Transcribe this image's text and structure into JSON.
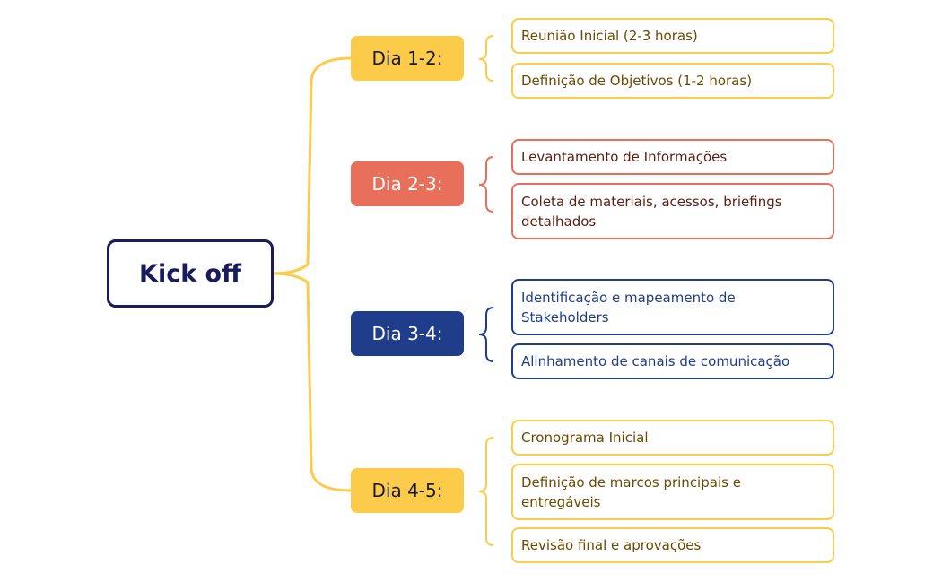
{
  "root": {
    "label": "Kick off"
  },
  "colors": {
    "yellow": "#fdcb4a",
    "orange": "#e8705a",
    "navy": "#1f3d8a",
    "root": "#1a1a5e"
  },
  "groups": [
    {
      "label": "Dia 1-2:",
      "color": "yellow",
      "items": [
        "Reunião Inicial (2-3 horas)",
        "Definição de Objetivos (1-2 horas)"
      ]
    },
    {
      "label": "Dia 2-3:",
      "color": "orange",
      "items": [
        "Levantamento de Informações",
        "Coleta de materiais, acessos, briefings detalhados"
      ]
    },
    {
      "label": "Dia 3-4:",
      "color": "navy",
      "items": [
        "Identificação e mapeamento de Stakeholders",
        "Alinhamento de canais de comunicação"
      ]
    },
    {
      "label": "Dia 4-5:",
      "color": "yellow",
      "items": [
        "Cronograma Inicial",
        "Definição de marcos principais e entregáveis",
        "Revisão final e aprovações"
      ]
    }
  ]
}
